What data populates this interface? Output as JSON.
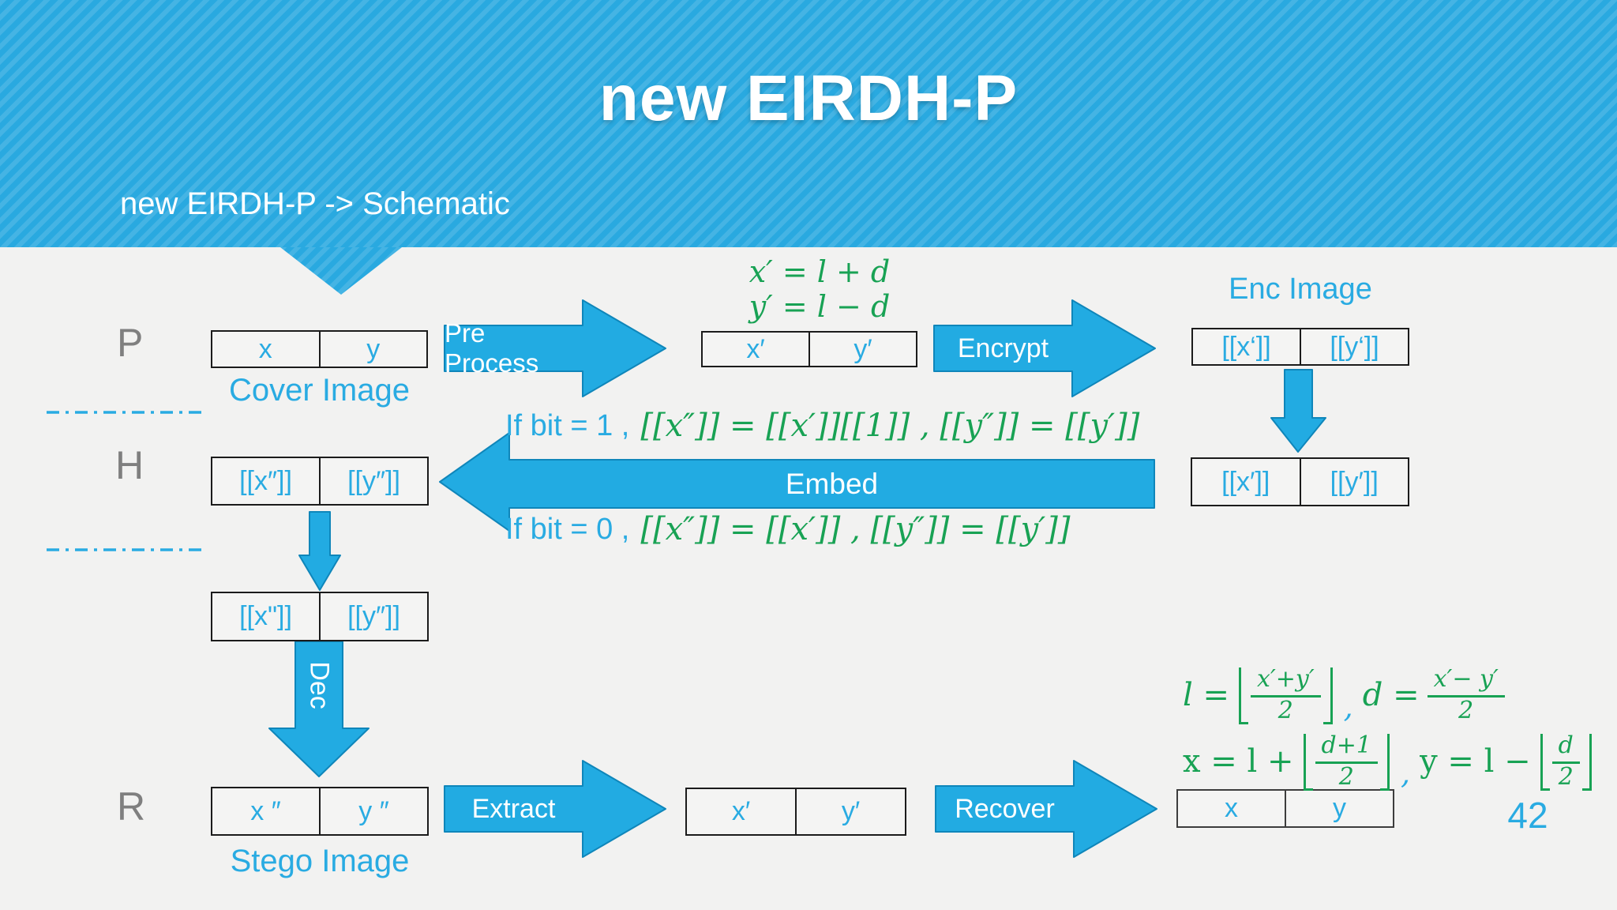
{
  "page": {
    "number": "42"
  },
  "banner": {
    "title": "new EIRDH-P",
    "subtitle": "new EIRDH-P -> Schematic",
    "base_color": "#29a9e0"
  },
  "row_labels": {
    "p": "P",
    "h": "H",
    "r": "R"
  },
  "colors": {
    "accent_blue": "#29abe2",
    "math_green": "#18a254",
    "arrow_fill": "#22abe2",
    "label_gray": "#7f7f7f"
  },
  "tables": {
    "cover": {
      "cells": [
        "x",
        "y"
      ],
      "caption": "Cover Image"
    },
    "preprocessed": {
      "cells": [
        "x′",
        "y′"
      ]
    },
    "encrypted": {
      "label": "Enc Image",
      "cells": [
        "[[x‘]]",
        "[[y‘]]"
      ]
    },
    "encrypted_dup": {
      "cells": [
        "[[x′]]",
        "[[y′]]"
      ]
    },
    "marked": {
      "cells": [
        "[[x″]]",
        "[[y″]]"
      ]
    },
    "marked_dup": {
      "cells": [
        "[[x\"]]",
        "[[y″]]"
      ]
    },
    "stego": {
      "cells": [
        "x ″",
        "y ″"
      ],
      "caption": "Stego Image"
    },
    "extracted": {
      "cells": [
        "x′",
        "y′"
      ]
    },
    "recovered": {
      "cells": [
        "x",
        "y"
      ]
    }
  },
  "arrows": {
    "pre_process": "Pre Process",
    "encrypt": "Encrypt",
    "embed": "Embed",
    "dec": "Dec",
    "extract": "Extract",
    "recover": "Recover"
  },
  "formulas": {
    "pre_line1": "x′ = l + d",
    "pre_line2": "y′ = l − d",
    "bit1_prefix": "If bit = 1 ,",
    "bit1_body": "[[x″]] =  [[x′]][[1]] , [[y″]] = [[y′]]",
    "bit0_prefix": "If bit = 0 ,",
    "bit0_body": "[[x″]] =  [[x′]] , [[y″]] = [[y′]]",
    "recover_l_lhs": "l =",
    "recover_l_num": "x′+y′",
    "recover_l_den": "2",
    "recover_comma1": ",",
    "recover_d_lhs": "d =",
    "recover_d_num": "x′− y′",
    "recover_d_den": "2",
    "recover_x_lhs": "x = l +",
    "recover_x_num": "d+1",
    "recover_x_den": "2",
    "recover_comma2": ",",
    "recover_y_lhs": "y = l −",
    "recover_y_num": "d",
    "recover_y_den": "2"
  }
}
